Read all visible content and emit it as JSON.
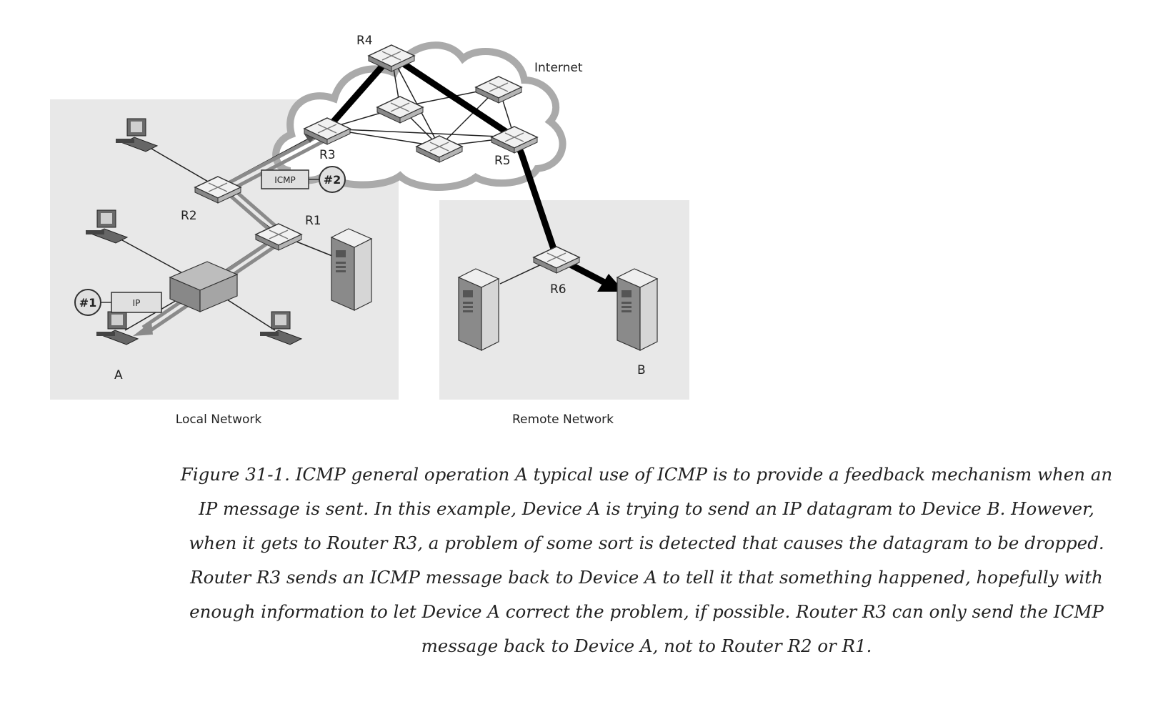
{
  "diagram": {
    "labels": {
      "r1": "R1",
      "r2": "R2",
      "r3": "R3",
      "r4": "R4",
      "r5": "R5",
      "r6": "R6",
      "internet": "Internet",
      "device_a": "A",
      "device_b": "B",
      "local_network": "Local Network",
      "remote_network": "Remote Network",
      "icmp_box": "ICMP",
      "ip_box": "IP",
      "step1": "#1",
      "step2": "#2"
    }
  },
  "caption": {
    "text": "Figure 31-1. ICMP general operation A typical use of ICMP is to provide a feedback mechanism when an IP message is sent. In this example, Device A is trying to send an IP datagram to Device B. However, when it gets to Router R3, a problem of some sort is detected that causes the datagram to be dropped. Router R3 sends an ICMP message back to Device A to tell it that something happened, hopefully with enough information to let Device A correct the problem, if possible. Router R3 can only send the ICMP message back to Device A, not to Router R2 or R1."
  }
}
